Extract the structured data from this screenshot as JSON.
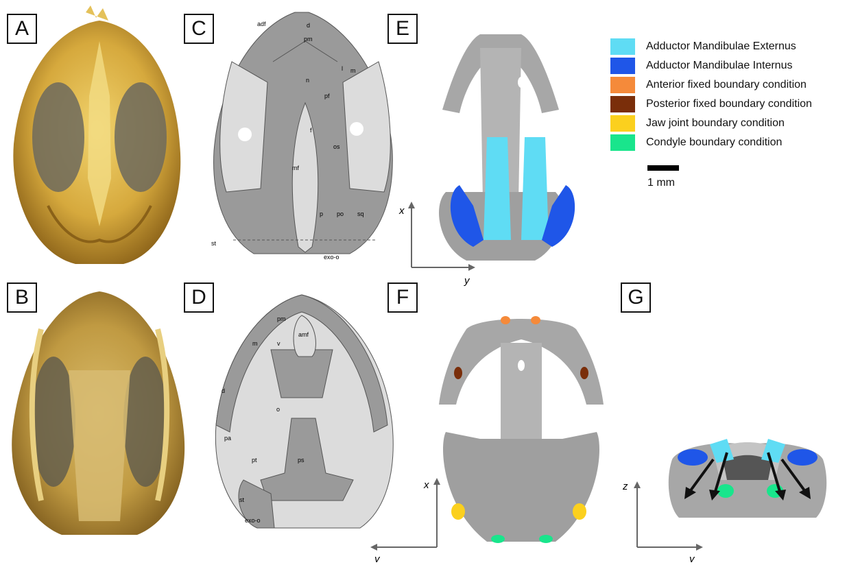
{
  "panels": {
    "a": "A",
    "b": "B",
    "c": "C",
    "d": "D",
    "e": "E",
    "f": "F",
    "g": "G"
  },
  "legend": [
    {
      "label": "Adductor Mandibulae Externus",
      "color": "#5fdcf4"
    },
    {
      "label": "Adductor Mandibulae Internus",
      "color": "#1f56e8"
    },
    {
      "label": "Anterior fixed boundary condition",
      "color": "#f58a3a"
    },
    {
      "label": "Posterior fixed boundary condition",
      "color": "#7a2e0a"
    },
    {
      "label": "Jaw joint boundary condition",
      "color": "#fbd01e"
    },
    {
      "label": "Condyle boundary condition",
      "color": "#19e58c"
    }
  ],
  "scale_bar": {
    "label": "1 mm"
  },
  "axes": {
    "x": "x",
    "y": "y",
    "z": "z"
  },
  "dorsal_labels": {
    "adf": "adf",
    "d": "d",
    "pm": "pm",
    "l": "l",
    "m": "m",
    "n": "n",
    "pf": "pf",
    "f": "f",
    "os": "os",
    "mf": "mf",
    "p": "p",
    "po": "po",
    "sq": "sq",
    "st": "st",
    "exo": "exo-o"
  },
  "ventral_labels": {
    "pm": "pm",
    "amf": "amf",
    "m": "m",
    "v": "v",
    "d": "d",
    "o": "o",
    "pa": "pa",
    "pt": "pt",
    "ps": "ps",
    "st": "st",
    "exo": "exo-o"
  },
  "colors": {
    "bone_light": "#dcdcdc",
    "bone_dark": "#9a9a9a",
    "mesh_grey": "#a7a7a7",
    "fossil_gold": "#c9a23a",
    "fossil_dark": "#6e6a5a"
  }
}
